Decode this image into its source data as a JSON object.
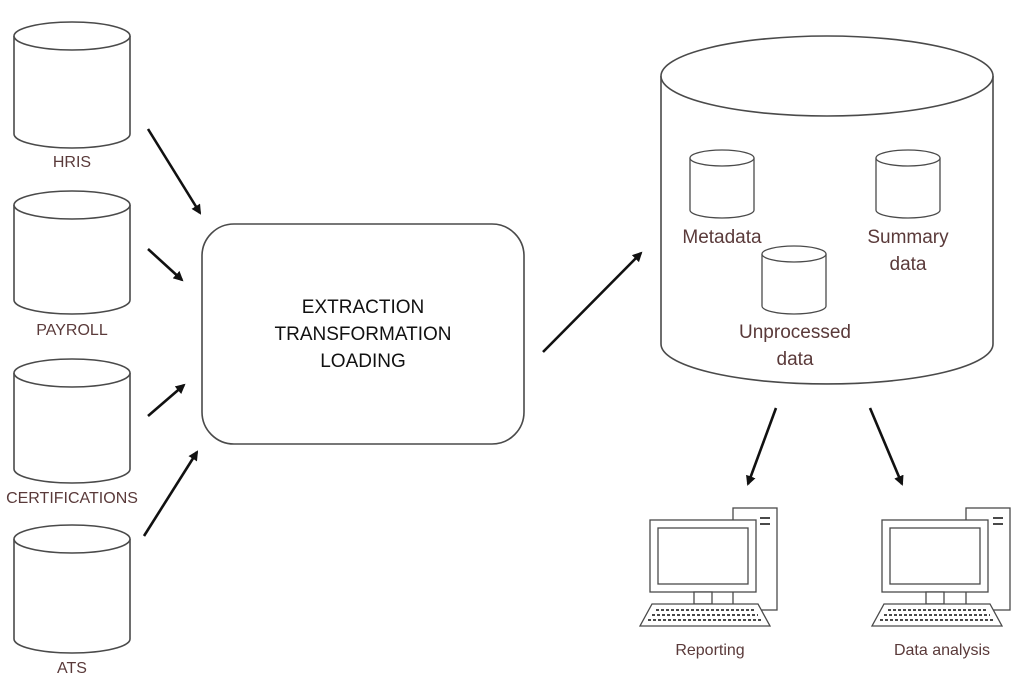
{
  "sources": [
    {
      "label": "HRIS"
    },
    {
      "label": "PAYROLL"
    },
    {
      "label": "CERTIFICATIONS"
    },
    {
      "label": "ATS"
    }
  ],
  "etl": {
    "lines": [
      "EXTRACTION",
      "TRANSFORMATION",
      "LOADING"
    ]
  },
  "warehouse": {
    "metadata_label": "Metadata",
    "summary_label_1": "Summary",
    "summary_label_2": "data",
    "unprocessed_label_1": "Unprocessed",
    "unprocessed_label_2": "data"
  },
  "outputs": [
    {
      "label": "Reporting"
    },
    {
      "label": "Data analysis"
    }
  ],
  "colors": {
    "label_text": "#5a3a3a",
    "outline": "#4a4a4a",
    "arrow": "#111111"
  }
}
